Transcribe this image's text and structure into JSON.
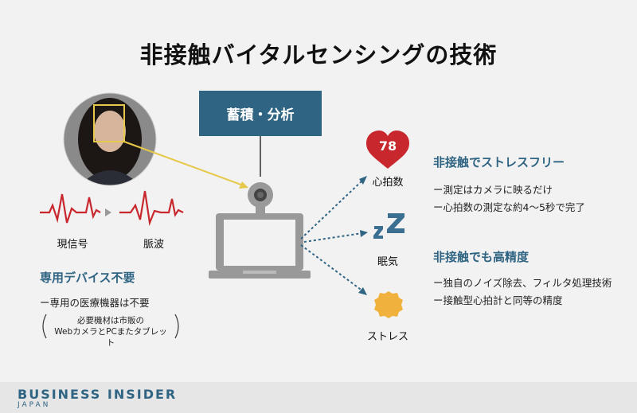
{
  "title": "非接触バイタルセンシングの技術",
  "center_box": "蓄積・分析",
  "left": {
    "signal_label": "現信号",
    "pulse_label": "脈波",
    "heading": "専用デバイス不要",
    "line1": "ー専用の医療機器は不要",
    "note_line1": "必要機材は市販の",
    "note_line2": "WebカメラとPCまたタブレット"
  },
  "outputs": {
    "heart_value": "78",
    "heart_label": "心拍数",
    "sleep_label": "眠気",
    "stress_label": "ストレス"
  },
  "right": {
    "heading1": "非接触でストレスフリー",
    "h1_line1": "ー測定はカメラに映るだけ",
    "h1_line2": "ー心拍数の測定な約4〜5秒で完了",
    "heading2": "非接触でも高精度",
    "h2_line1": "ー独自のノイズ除去、フィルタ処理技術",
    "h2_line2": "ー接触型心拍計と同等の精度"
  },
  "footer": {
    "brand": "BUSINESS INSIDER",
    "region": "JAPAN"
  },
  "colors": {
    "accent": "#2f6483",
    "heart": "#c8272d",
    "sun": "#f0b23c",
    "face_box": "#e6c84a"
  }
}
